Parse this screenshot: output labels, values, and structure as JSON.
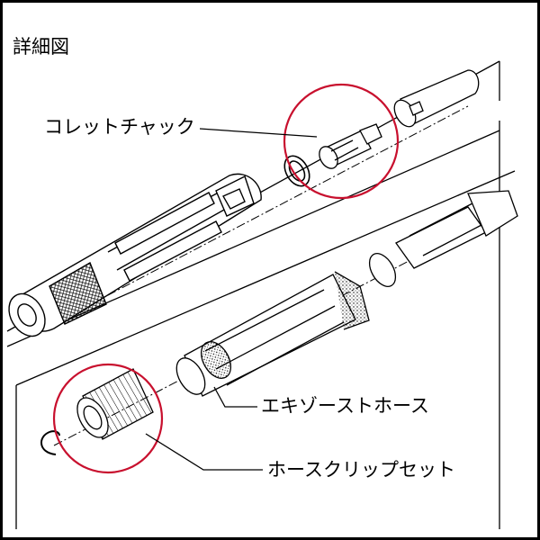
{
  "title": "詳細図",
  "callouts": {
    "collet_chuck": "コレットチャック",
    "exhaust_hose": "エキゾーストホース",
    "hose_clip_set": "ホースクリップセット"
  },
  "colors": {
    "line": "#000000",
    "highlight_circle": "#c8102e",
    "background": "#ffffff"
  }
}
